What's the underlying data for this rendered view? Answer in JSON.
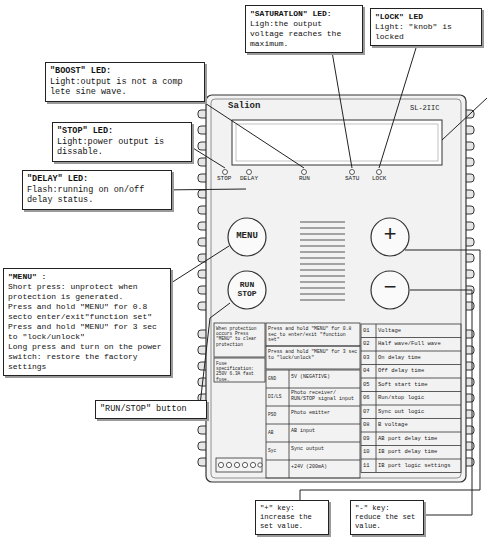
{
  "diagram": {
    "nodes": [
      {
        "text": [
          "\"SATURATLON\" LED:",
          "Ligh:the output voltage reaches the maximum."
        ]
      },
      {
        "text": [
          "\"LOCK\" LED",
          "Light: \"knob\" is locked"
        ]
      },
      {
        "text": [
          "\"BOOST\" LED:",
          "Light:output is not a comp lete sine wave."
        ]
      },
      {
        "text": [
          "\"STOP\" LED:",
          "Light:power output is dissable."
        ]
      },
      {
        "text": [
          "\"DELAY\" LED:",
          "Flash:running on on/off delay status."
        ]
      },
      {
        "text": [
          "\"MENU\" :",
          "Short press: unprotect when protection is generated.",
          "Press and hold \"MENU\" for 0.8 secto enter/exit\"function set\"",
          "Press and hold \"MENU\" for 3 sec to \"lock/unlock\"",
          "Long press and turn on the power switch: restore the factory settings"
        ]
      },
      {
        "text": [
          "\"RUN/STOP\" button"
        ]
      },
      {
        "text": [
          "\"+\" key: increase the set value."
        ]
      },
      {
        "text": [
          "\"-\" key: reduce the set value."
        ]
      }
    ],
    "labels": [
      "Salion",
      "SL-2IIC",
      "STOP",
      "DELAY",
      "RUN",
      "SATU",
      "LOCK",
      "MENU",
      "RUN STOP",
      "+",
      "−",
      "When protection occurs Press \"MENU\" to clear protection",
      "Fuse specification: 250V 6.3A fast fuse.",
      "Press and hold \"MENU\" for 0.8 sec to enter/exit \"function set\"",
      "Press and hold \"MENU\" for 3 sec to \"lock/unlock\"",
      "5V (NEGATIVE)",
      "Photo receiver/ RUN/STOP signal input",
      "Photo emitter",
      "AB input",
      "Sync output",
      "+24V (200mA)",
      "GND",
      "DI/LS",
      "PSO",
      "AB",
      "Syc",
      "01",
      "Voltage",
      "02",
      "Half wave/Full wave",
      "03",
      "On delay time",
      "04",
      "Off delay time",
      "05",
      "Soft start time",
      "06",
      "Run/stop logic",
      "07",
      "Sync out logic",
      "08",
      "B voltage",
      "09",
      "AB port delay time",
      "10",
      "IB port delay time",
      "11",
      "IB port logic settings"
    ]
  }
}
